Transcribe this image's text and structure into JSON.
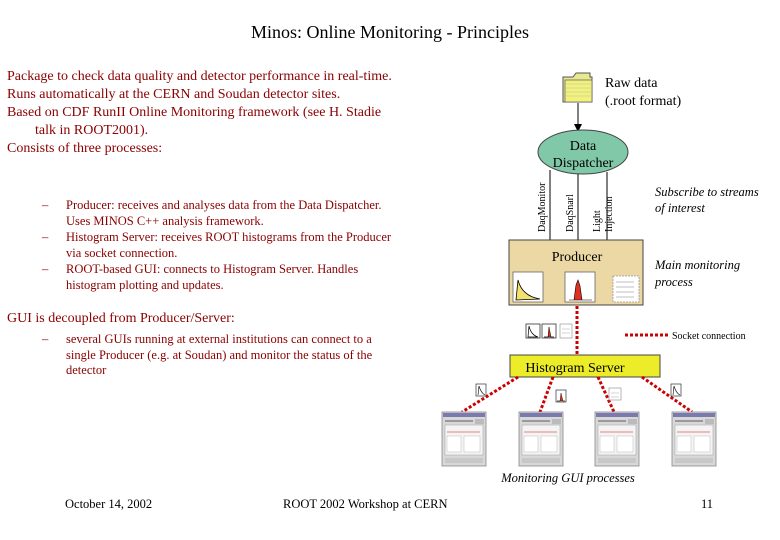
{
  "title": "Minos: Online Monitoring - Principles",
  "bullets": [
    "Package to check data quality and detector performance in real-time.",
    "Runs automatically at the CERN and Soudan detector sites.",
    "Based on CDF RunII Online Monitoring framework (see H. Stadie talk in ROOT2001).",
    "Consists of three processes:"
  ],
  "sub_bullets": [
    "Producer: receives and analyses data from the Data Dispatcher. Uses MINOS C++ analysis framework.",
    "Histogram Server: receives ROOT histograms from the Producer via socket connection.",
    "ROOT-based GUI: connects to Histogram Server. Handles histogram plotting and updates."
  ],
  "gui_heading": "GUI is decoupled from Producer/Server:",
  "gui_sub_bullets": [
    "several GUIs running at external institutions can connect to a single Producer (e.g. at Soudan) and monitor the status of the detector"
  ],
  "dash": "–",
  "diagram": {
    "raw_data_line1": "Raw data",
    "raw_data_line2": "(.root format)",
    "dispatcher_line1": "Data",
    "dispatcher_line2": "Dispatcher",
    "streams": [
      "DaqMonitor",
      "DaqSnarl",
      "Light",
      "Injection"
    ],
    "subscribe_note_line1": "Subscribe to streams",
    "subscribe_note_line2": "of interest",
    "producer_label": "Producer",
    "main_note_line1": "Main monitoring",
    "main_note_line2": "process",
    "socket_legend": "Socket connection",
    "histogram_server_label": "Histogram Server",
    "gui_caption": "Monitoring GUI processes"
  },
  "footer": {
    "date": "October 14, 2002",
    "event": "ROOT 2002 Workshop at CERN",
    "page": "11"
  },
  "colors": {
    "bullet_text": "#8b0000",
    "dispatcher_fill": "#80c8a8",
    "producer_fill": "#ecd8a4",
    "histogram_server_fill": "#ecec28",
    "socket_line": "#cc0000"
  }
}
